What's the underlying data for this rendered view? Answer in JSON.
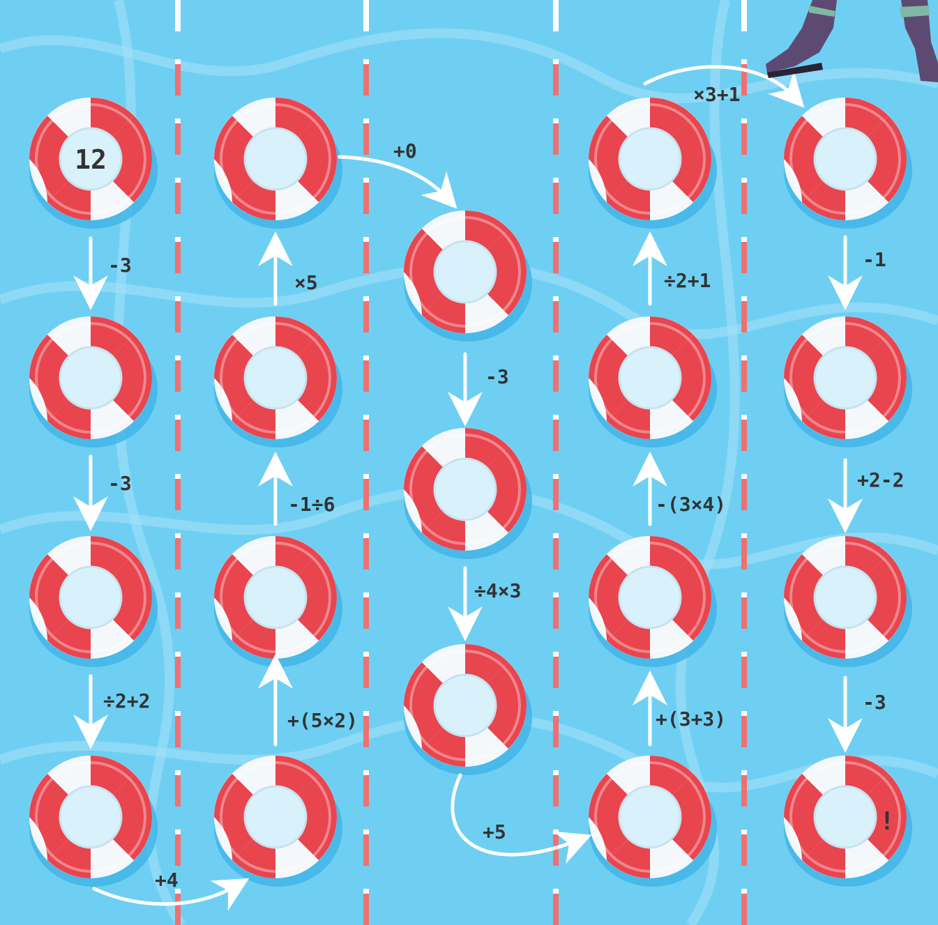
{
  "puzzle": {
    "start_value": "12",
    "goal_marker": "!",
    "colors": {
      "water": "#6ecff3",
      "water_dark": "#3fb3e6",
      "ring_red": "#e8454f",
      "ring_white": "#f4f8fb",
      "ring_hole": "#d9f1fb",
      "lane_red": "#f07070",
      "lane_white": "#ffffff",
      "arrow": "#ffffff",
      "text": "#333333"
    },
    "operations": [
      "-3",
      "-3",
      "÷2+2",
      "+4",
      "+(5×2)",
      "-1÷6",
      "×5",
      "+0",
      "-3",
      "÷4×3",
      "+5",
      "+(3+3)",
      "-(3×4)",
      "÷2+1",
      "×3+1",
      "-1",
      "+2-2",
      "-3"
    ],
    "character": "boots-icon"
  }
}
